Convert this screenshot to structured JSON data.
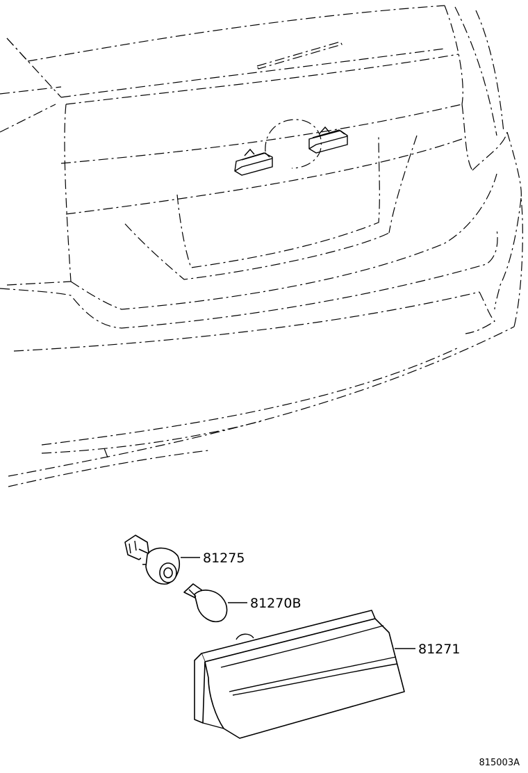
{
  "diagram": {
    "parts": [
      {
        "number": "81275",
        "name_icon": "bulb-socket-icon"
      },
      {
        "number": "81270B",
        "name_icon": "wedge-bulb-icon"
      },
      {
        "number": "81271",
        "name_icon": "license-lamp-lens-icon"
      }
    ],
    "reference_code": "815003A"
  }
}
